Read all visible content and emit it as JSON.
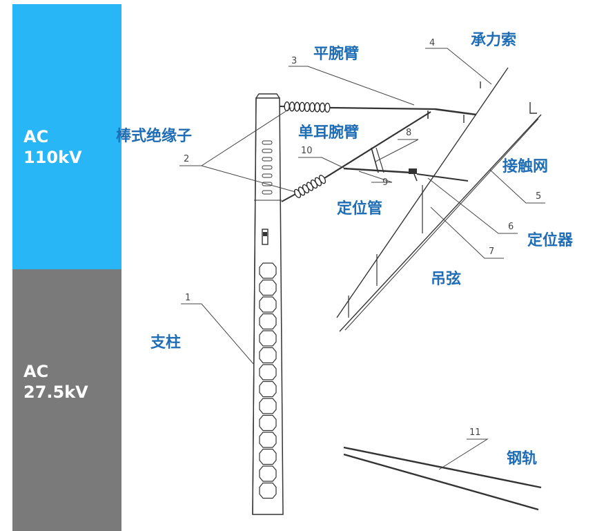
{
  "voltage_bands": {
    "top": {
      "line1": "AC",
      "line2": "110kV",
      "color": "#29b6f6"
    },
    "bottom": {
      "line1": "AC",
      "line2": "27.5kV",
      "color": "#7a7a7a"
    }
  },
  "label_color": "#1f6db5",
  "labels": {
    "horizontal_arm": "平腕臂",
    "messenger_wire": "承力索",
    "rod_insulator": "棒式绝缘子",
    "single_ear_arm": "单耳腕臂",
    "contact_wire": "接触网",
    "positioning_tube": "定位管",
    "locator": "定位器",
    "dropper": "吊弦",
    "mast": "支柱",
    "rail": "钢轨"
  },
  "callouts": {
    "n1": "1",
    "n2": "2",
    "n3": "3",
    "n4": "4",
    "n5": "5",
    "n6": "6",
    "n7": "7",
    "n8": "8",
    "n9": "9",
    "n10": "10",
    "n11": "11"
  }
}
